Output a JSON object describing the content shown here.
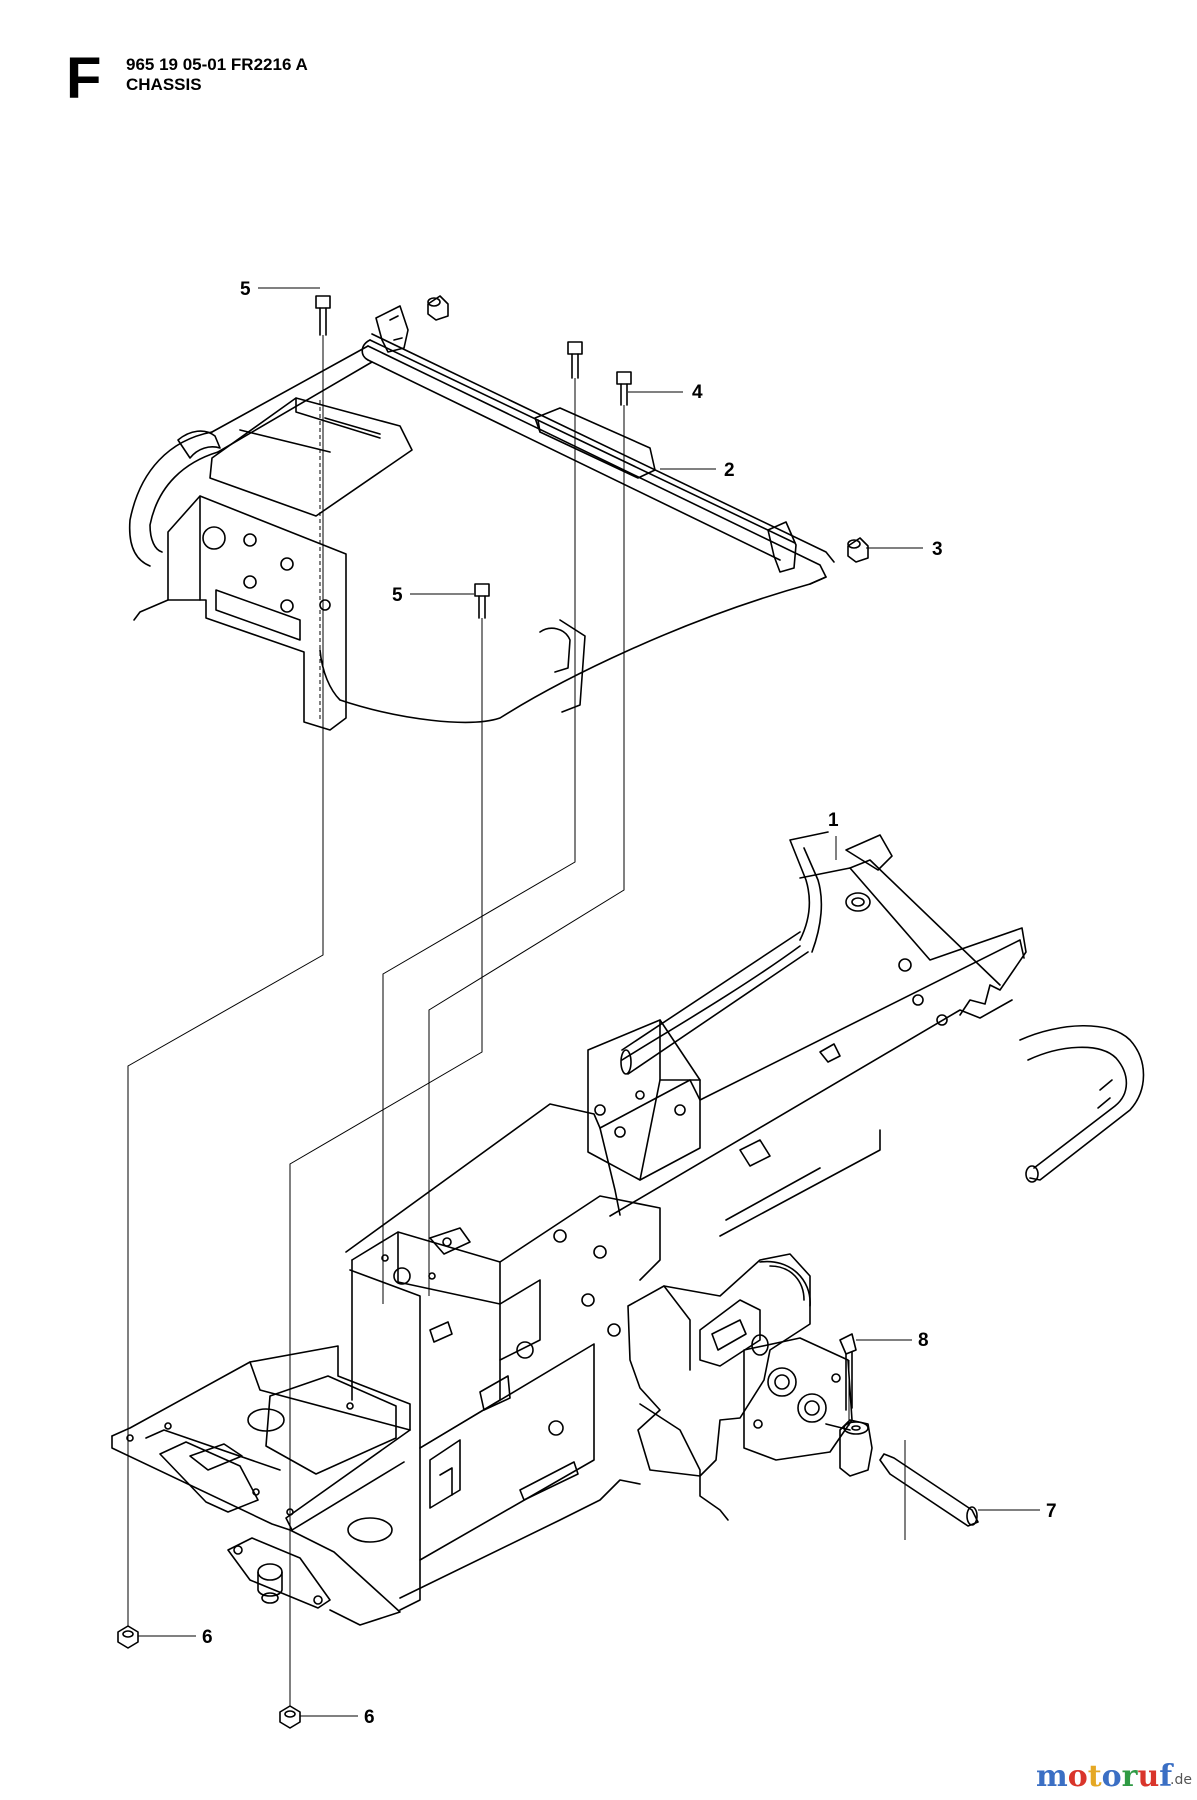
{
  "header": {
    "section_letter": "F",
    "part_code": "965 19 05-01 FR2216 A",
    "assembly_name": "CHASSIS"
  },
  "callouts": [
    {
      "id": "c5a",
      "label": "5"
    },
    {
      "id": "c4",
      "label": "4"
    },
    {
      "id": "c2",
      "label": "2"
    },
    {
      "id": "c3",
      "label": "3"
    },
    {
      "id": "c5b",
      "label": "5"
    },
    {
      "id": "c1",
      "label": "1"
    },
    {
      "id": "c8",
      "label": "8"
    },
    {
      "id": "c7",
      "label": "7"
    },
    {
      "id": "c6a",
      "label": "6"
    },
    {
      "id": "c6b",
      "label": "6"
    }
  ],
  "watermark": {
    "letters": [
      "m",
      "o",
      "t",
      "o",
      "r",
      "u",
      "f"
    ],
    "letter_colors": [
      "#3b6fc4",
      "#d9352b",
      "#e5a824",
      "#3b6fc4",
      "#2f9a44",
      "#d9352b",
      "#3b6fc4"
    ],
    "suffix": ".de"
  }
}
